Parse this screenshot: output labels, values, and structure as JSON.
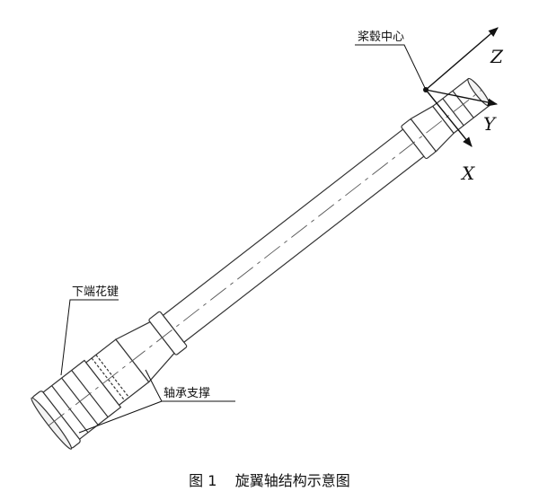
{
  "labels": {
    "hub_center": "桨毂中心",
    "lower_spline": "下端花键",
    "bearing_support": "轴承支撑"
  },
  "axes": {
    "z": "Z",
    "y": "Y",
    "x": "X"
  },
  "caption": {
    "number": "图 1",
    "title": "旋翼轴结构示意图"
  }
}
